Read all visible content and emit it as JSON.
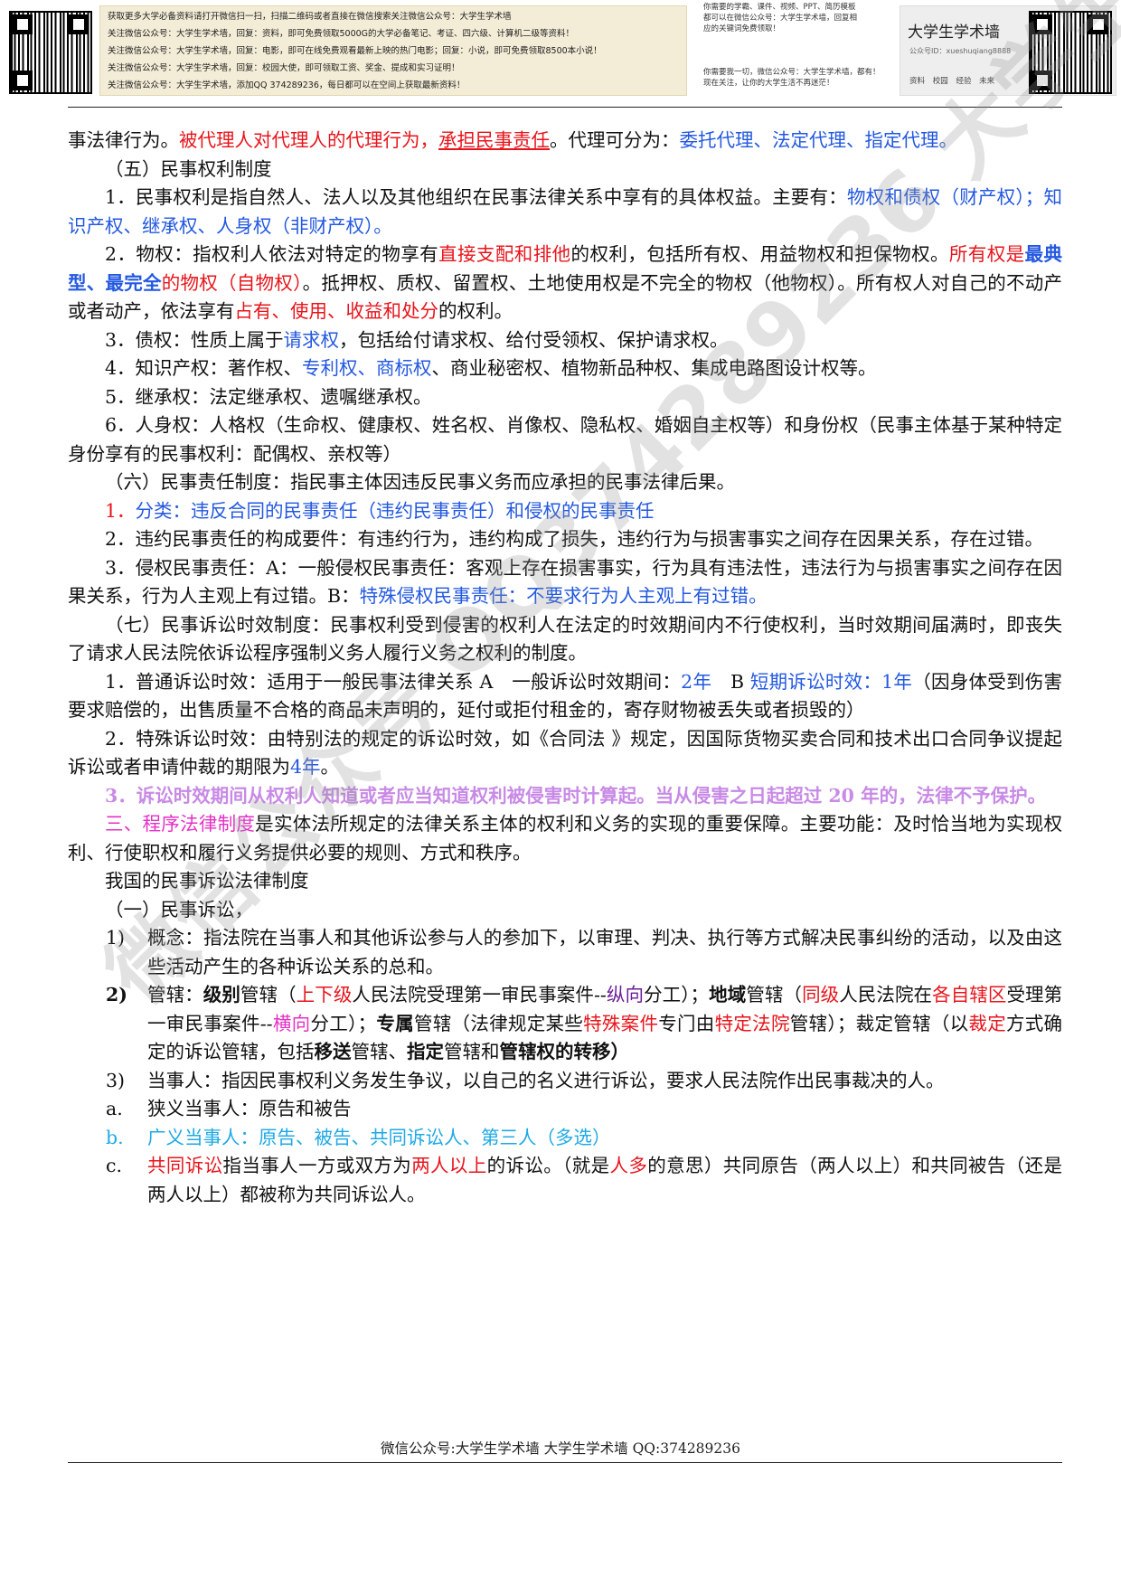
{
  "banner": {
    "ad_lines": [
      "获取更多大学必备资料请打开微信扫一扫，扫描二维码或者直接在微信搜索关注微信公众号：大学生学术墙",
      "关注微信公众号：大学生学术墙，回复：资料，即可免费领取5000G的大学必备笔记、考证、四六级、计算机二级等资料！",
      "关注微信公众号：大学生学术墙，回复：电影，即可在线免费观看最新上映的热门电影；回复：小说，即可免费领取8500本小说！",
      "关注微信公众号：大学生学术墙，回复：校园大使，即可领取工资、奖金、提成和实习证明！",
      "关注微信公众号：大学生学术墙，添加QQ 374289236，每日都可以在空间上获取最新资料！"
    ],
    "side_lines_top": [
      "你需要的学霸、课件、视频、PPT、简历模板",
      "都可以在微信公众号：大学生学术墙，回复相",
      "应的关键词免费领取！"
    ],
    "side_lines_bottom": [
      "你需要我一切，微信公众号：大学生学术墙，都有！",
      "现在关注，让你的大学生活不再迷茫！"
    ],
    "brand_title": "大学生学术墙",
    "brand_sub": "公众号ID：xueshuqiang8888",
    "brand_menu": [
      "资料",
      "校园",
      "经验",
      "未来"
    ]
  },
  "watermark": "微信公众号 QQ374289236 大学生学术墙",
  "footer": "微信公众号:大学生学术墙      大学生学术墙 QQ:374289236",
  "body": {
    "p1": {
      "t1": "事法律行为。",
      "t2": "被代理人对代理人的代理行为，",
      "t3": "承担民事责任",
      "t4": "。代理可分为：",
      "t5": "委托代理、法定代理、指定代理。"
    },
    "s5": "（五）民事权利制度",
    "r1": {
      "t1": "1．民事权利是指自然人、法人以及其他组织在民事法律关系中享有的具体权益。主要有：",
      "t2": "物权和债权（财产权）；知识产权、继承权、人身权（非财产权）。"
    },
    "r2": {
      "t1": "2．物权：指权利人依法对特定的物享有",
      "t2": "直接支配和排他",
      "t3": "的权利，包括所有权、用益物权和担保物权。",
      "t4": "所有权是",
      "t5": "最典型、最完全",
      "t6": "的物权（自物权）",
      "t7": "。抵押权、质权、留置权、土地使用权是不完全的物权（他物权）。所有权人对自己的不动产或者动产，依法享有",
      "t8": "占有、使用、收益和处分",
      "t9": "的权利。"
    },
    "r3": {
      "t1": "3．债权：性质上属于",
      "t2": "请求权",
      "t3": "，包括给付请求权、给付受领权、保护请求权。"
    },
    "r4": {
      "t1": "4．知识产权：著作权、",
      "t2": "专利权、商标权",
      "t3": "、商业秘密权、植物新品种权、集成电路图设计权等。"
    },
    "r5": "5．继承权：法定继承权、遗嘱继承权。",
    "r6": "6．人身权：人格权（生命权、健康权、姓名权、肖像权、隐私权、婚姻自主权等）和身份权（民事主体基于某种特定身份享有的民事权利：配偶权、亲权等）",
    "s6": "（六）民事责任制度：指民事主体因违反民事义务而应承担的民事法律后果。",
    "d1": {
      "t1": "1．",
      "t2": "分类：违反合同的民事责任（违约民事责任）和侵权的民事责任"
    },
    "d2": "2．违约民事责任的构成要件：有违约行为，违约构成了损失，违约行为与损害事实之间存在因果关系，存在过错。",
    "d3": {
      "t1": "3．侵权民事责任：A：一般侵权民事责任：客观上存在损害事实，行为具有违法性，违法行为与损害事实之间存在因果关系，行为人主观上有过错。B：",
      "t2": "特殊侵权民事责任：不要求行为人主观上有过错。"
    },
    "s7": "（七）民事诉讼时效制度：民事权利受到侵害的权利人在法定的时效期间内不行使权利，当时效期间届满时，即丧失了请求人民法院依诉讼程序强制义务人履行义务之权利的制度。",
    "l1": {
      "t1": "1．普通诉讼时效：适用于一般民事法律关系 A　一般诉讼时效期间：",
      "t2": "2年",
      "t3": "　B ",
      "t4": "短期诉讼时效：1年",
      "t5": "（因身体受到伤害要求赔偿的，出售质量不合格的商品未声明的，延付或拒付租金的，寄存财物被丢失或者损毁的）"
    },
    "l2": {
      "t1": "2．特殊诉讼时效：由特别法的规定的诉讼时效，如《合同法 》规定，因国际货物买卖合同和技术出口合同争议提起诉讼或者申请仲裁的期限为",
      "t2": "4年",
      "t3": "。"
    },
    "l3": "3．诉讼时效期间从权利人知道或者应当知道权利被侵害时计算起。当从侵害之日起超过 20 年的，法律不予保护。",
    "s3": {
      "t1": "三、程序法律制度",
      "t2": "是实体法所规定的法律关系主体的权利和义务的实现的重要保障。主要功能：及时恰当地为实现权利、行使职权和履行义务提供必要的规则、方式和秩序。"
    },
    "cn": "我国的民事诉讼法律制度",
    "sub1": "（一）民事诉讼，",
    "i1": {
      "mk": "1)",
      "t1": "概念：指法院在当事人和其他诉讼参与人的参加下，以审理、判决、执行等方式解决民事纠纷的活动，以及由这些活动产生的各种诉讼关系的总和。"
    },
    "i2": {
      "mk": "2)",
      "a1": "管辖：",
      "a2": "级别",
      "a3": "管辖（",
      "a4": "上下级",
      "a5": "人民法院受理第一审民事案件--",
      "a6": "纵向",
      "a7": "分工）；",
      "a8": "地域",
      "a9": "管辖（",
      "a10": "同级",
      "a11": "人民法院在",
      "a12": "各自辖区",
      "a13": "受理第一审民事案件--",
      "a14": "横向",
      "a15": "分工）；",
      "a16": "专属",
      "a17": "管辖（法律规定某些",
      "a18": "特殊案件",
      "a19": "专门由",
      "a20": "特定法院",
      "a21": "管辖）；裁定管辖（以",
      "a22": "裁定",
      "a23": "方式确定的诉讼管辖，包括",
      "a24": "移送",
      "a25": "管辖、",
      "a26": "指定",
      "a27": "管辖和",
      "a28": "管辖权的转移）"
    },
    "i3": {
      "mk": "3)",
      "t1": "当事人：指因民事权利义务发生争议，以自己的名义进行诉讼，要求人民法院作出民事裁决的人。"
    },
    "ia": {
      "mk": "a.",
      "t1": "狭义当事人：原告和被告"
    },
    "ib": {
      "mk": "b.",
      "t1": "广义当事人：原告、被告、共同诉讼人、第三人（多选）"
    },
    "ic": {
      "mk": "c.",
      "t1": "共同诉讼",
      "t2": "指当事人一方或双方为",
      "t3": "两人以上",
      "t4": "的诉讼。（就是",
      "t5": "人多",
      "t6": "的意思）共同原告（两人以上）和共同被告（还是两人以上）都被称为共同诉讼人。"
    }
  }
}
